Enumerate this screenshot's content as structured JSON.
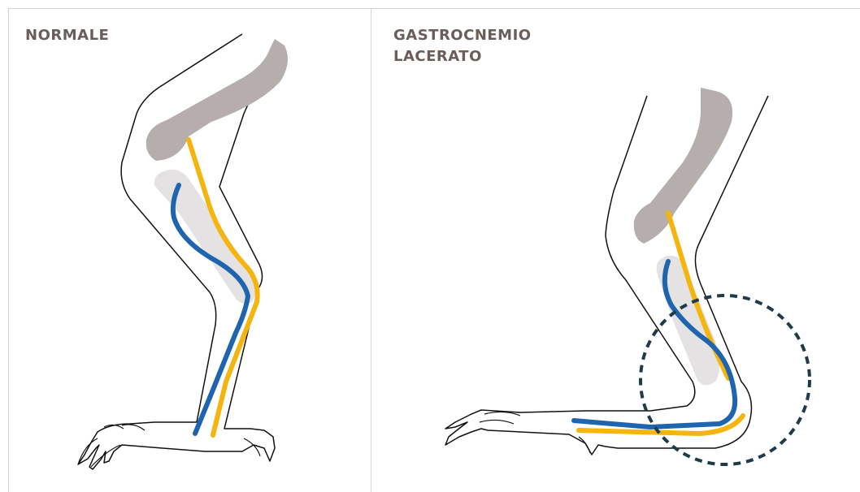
{
  "panels": {
    "normal": {
      "title": "NORMALE"
    },
    "injured": {
      "title_line1": "GASTROCNEMIO",
      "title_line2": "LACERATO"
    }
  },
  "colors": {
    "bone": "#b6aeac",
    "bone_light": "#e4e2e2",
    "tendon_yellow": "#f6b40e",
    "tendon_blue": "#1e64ae",
    "outline": "#111111",
    "highlight_circle": "#1f3b4a",
    "title_text": "#6b5e5a",
    "divider": "#d4d4d4"
  },
  "icons": [
    "bird-leg-normal",
    "bird-leg-injured",
    "injury-highlight-circle"
  ]
}
